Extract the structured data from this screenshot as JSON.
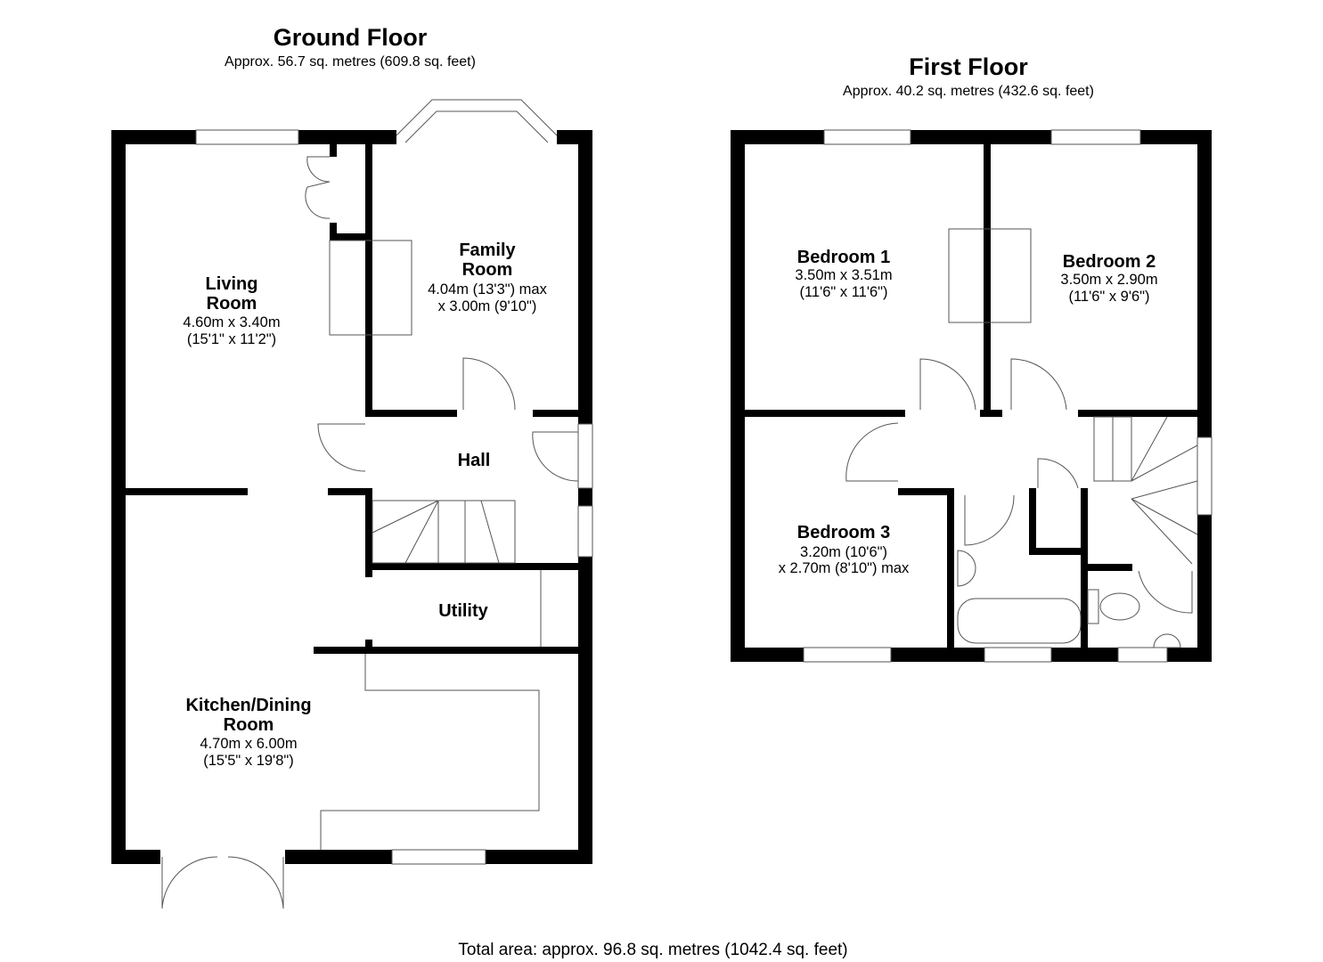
{
  "ground_floor": {
    "title": "Ground Floor",
    "area": "Approx. 56.7 sq. metres (609.8 sq. feet)",
    "rooms": {
      "living": {
        "name1": "Living",
        "name2": "Room",
        "dim1": "4.60m x 3.40m",
        "dim2": "(15'1\" x 11'2\")"
      },
      "family": {
        "name1": "Family",
        "name2": "Room",
        "dim1": "4.04m (13'3\") max",
        "dim2": "x 3.00m (9'10\")"
      },
      "hall": {
        "name1": "Hall"
      },
      "utility": {
        "name1": "Utility"
      },
      "kitchen": {
        "name1": "Kitchen/Dining",
        "name2": "Room",
        "dim1": "4.70m x 6.00m",
        "dim2": "(15'5\" x 19'8\")"
      }
    }
  },
  "first_floor": {
    "title": "First Floor",
    "area": "Approx. 40.2 sq. metres (432.6 sq. feet)",
    "rooms": {
      "bed1": {
        "name1": "Bedroom 1",
        "dim1": "3.50m x 3.51m",
        "dim2": "(11'6\" x 11'6\")"
      },
      "bed2": {
        "name1": "Bedroom 2",
        "dim1": "3.50m x 2.90m",
        "dim2": "(11'6\" x 9'6\")"
      },
      "bed3": {
        "name1": "Bedroom 3",
        "dim1": "3.20m (10'6\")",
        "dim2": "x 2.70m (8'10\") max"
      }
    }
  },
  "total_area": "Total area: approx. 96.8 sq. metres (1042.4 sq. feet)"
}
